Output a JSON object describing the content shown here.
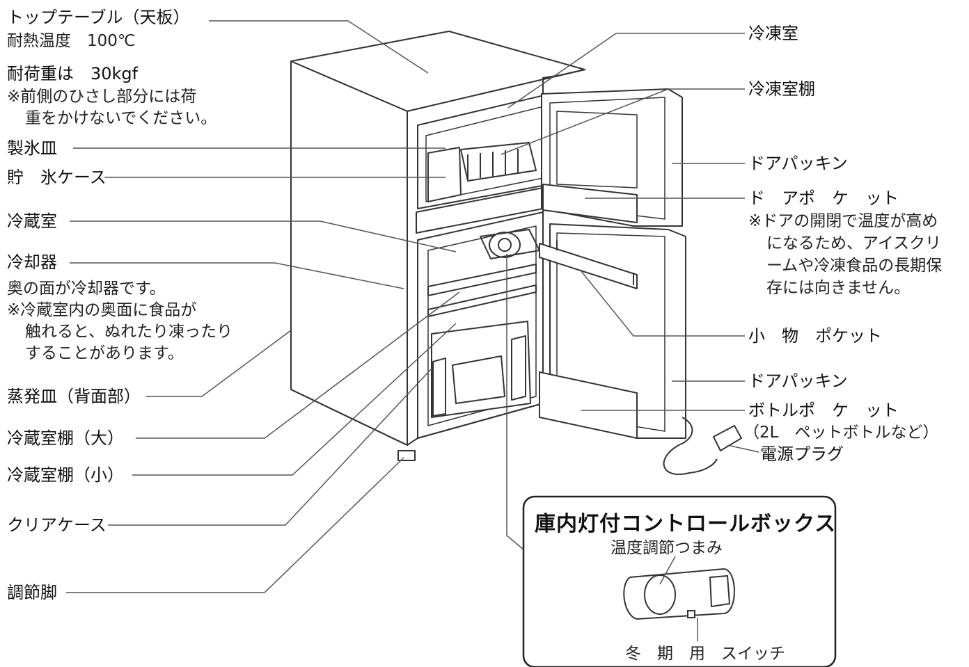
{
  "labels_left": {
    "top_table": "トップテーブル（天板）",
    "heat_resist": "耐熱温度　100℃",
    "load": "耐荷重は　30kgf",
    "load_note_1": "※前側のひさし部分には荷",
    "load_note_2": "重をかけないでください。",
    "ice_tray": "製氷皿",
    "ice_case": "貯　氷ケース",
    "fridge_room": "冷蔵室",
    "cooler": "冷却器",
    "cooler_note_1": "奥の面が冷却器です。",
    "cooler_note_2": "※冷蔵室内の奥面に食品が",
    "cooler_note_3": "触れると、ぬれたり凍ったり",
    "cooler_note_4": "することがあります。",
    "evap_tray": "蒸発皿（背面部）",
    "shelf_large": "冷蔵室棚（大）",
    "shelf_small": "冷蔵室棚（小）",
    "clear_case": "クリアケース",
    "adjust_foot": "調節脚"
  },
  "labels_right": {
    "freezer": "冷凍室",
    "freezer_shelf": "冷凍室棚",
    "door_packing_1": "ドアパッキン",
    "door_pocket": "ド　アポ　ケ　ット",
    "door_note_1": "※ドアの開閉で温度が高め",
    "door_note_2": "になるため、アイスクリ",
    "door_note_3": "ームや冷凍食品の長期保",
    "door_note_4": "存には向きません。",
    "small_pocket": "小　物　ポケット",
    "door_packing_2": "ドアパッキン",
    "bottle_pocket": "ボトルポ　ケ　ット",
    "bottle_note": "（2L　ペットボトルなど）",
    "power_plug": "電源プラグ"
  },
  "control_box": {
    "title": "庫内灯付コントロールボックス",
    "temp_knob": "温度調節つまみ",
    "winter_switch": "冬　期　用　スイッチ"
  }
}
